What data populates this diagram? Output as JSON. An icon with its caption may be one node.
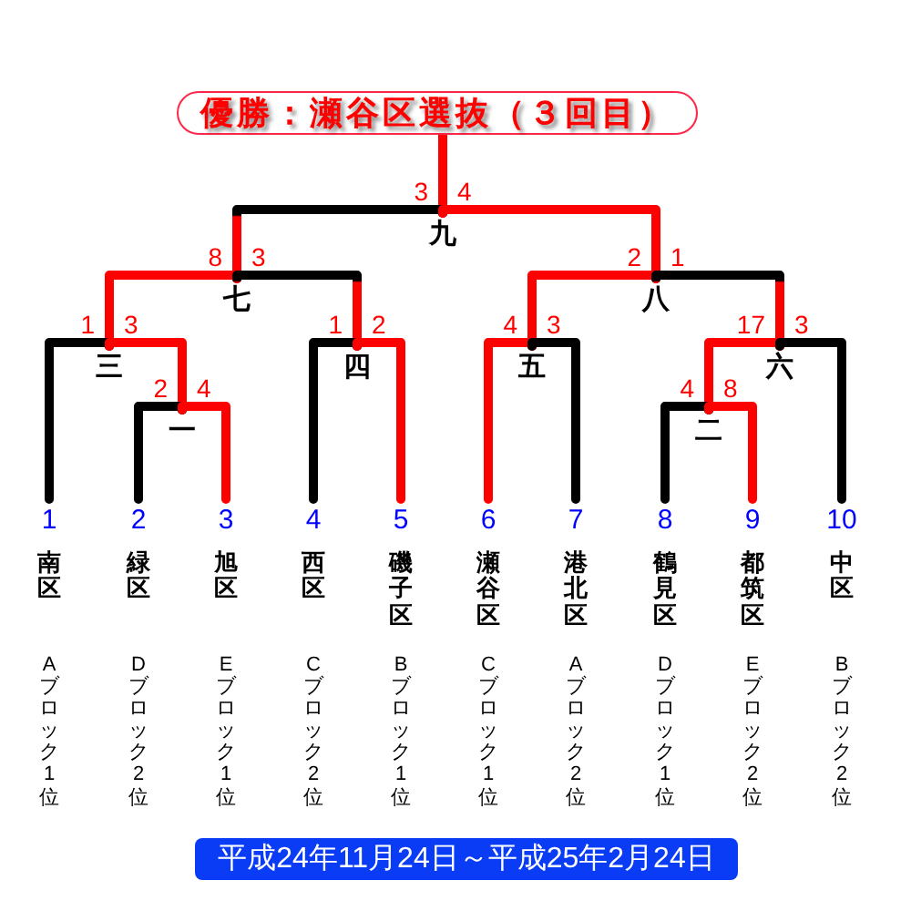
{
  "diagram": {
    "nodes": [
      {
        "text": [
          "優勝：瀬谷区選抜（３回目）"
        ]
      },
      {
        "text": [
          "九"
        ]
      },
      {
        "text": [
          "七"
        ]
      },
      {
        "text": [
          "八"
        ]
      },
      {
        "text": [
          "三"
        ]
      },
      {
        "text": [
          "四"
        ]
      },
      {
        "text": [
          "五"
        ]
      },
      {
        "text": [
          "六"
        ]
      },
      {
        "text": [
          "一"
        ]
      },
      {
        "text": [
          "二"
        ]
      },
      {
        "text": [
          "1",
          "南区",
          "Aブロック1位"
        ]
      },
      {
        "text": [
          "2",
          "緑区",
          "Dブロック2位"
        ]
      },
      {
        "text": [
          "3",
          "旭区",
          "Eブロック1位"
        ]
      },
      {
        "text": [
          "4",
          "西区",
          "Cブロック2位"
        ]
      },
      {
        "text": [
          "5",
          "磯子区",
          "Bブロック1位"
        ]
      },
      {
        "text": [
          "6",
          "瀬谷区",
          "Cブロック1位"
        ]
      },
      {
        "text": [
          "7",
          "港北区",
          "Aブロック2位"
        ]
      },
      {
        "text": [
          "8",
          "鶴見区",
          "Dブロック1位"
        ]
      },
      {
        "text": [
          "9",
          "都筑区",
          "Eブロック2位"
        ]
      },
      {
        "text": [
          "10",
          "中区",
          "Bブロック2位"
        ]
      },
      {
        "text": [
          "平成24年11月24日～平成25年2月24日"
        ]
      }
    ],
    "edges": [
      {
        "from": 1,
        "to": 0,
        "arrow": "none",
        "color": "#ff0000"
      },
      {
        "from": 2,
        "to": 1,
        "arrow": "none",
        "label": "3",
        "color": "#000000"
      },
      {
        "from": 3,
        "to": 1,
        "arrow": "none",
        "label": "4",
        "color": "#ff0000"
      },
      {
        "from": 4,
        "to": 2,
        "arrow": "none",
        "label": "8",
        "color": "#ff0000"
      },
      {
        "from": 5,
        "to": 2,
        "arrow": "none",
        "label": "3",
        "color": "#000000"
      },
      {
        "from": 6,
        "to": 3,
        "arrow": "none",
        "label": "2",
        "color": "#ff0000"
      },
      {
        "from": 7,
        "to": 3,
        "arrow": "none",
        "label": "1",
        "color": "#000000"
      },
      {
        "from": 10,
        "to": 4,
        "arrow": "none",
        "label": "1",
        "color": "#000000"
      },
      {
        "from": 8,
        "to": 4,
        "arrow": "none",
        "label": "3",
        "color": "#ff0000"
      },
      {
        "from": 13,
        "to": 5,
        "arrow": "none",
        "label": "1",
        "color": "#000000"
      },
      {
        "from": 14,
        "to": 5,
        "arrow": "none",
        "label": "2",
        "color": "#ff0000"
      },
      {
        "from": 15,
        "to": 6,
        "arrow": "none",
        "label": "4",
        "color": "#ff0000"
      },
      {
        "from": 16,
        "to": 6,
        "arrow": "none",
        "label": "3",
        "color": "#000000"
      },
      {
        "from": 9,
        "to": 7,
        "arrow": "none",
        "label": "17",
        "color": "#ff0000"
      },
      {
        "from": 19,
        "to": 7,
        "arrow": "none",
        "label": "3",
        "color": "#000000"
      },
      {
        "from": 11,
        "to": 8,
        "arrow": "none",
        "label": "2",
        "color": "#000000"
      },
      {
        "from": 12,
        "to": 8,
        "arrow": "none",
        "label": "4",
        "color": "#ff0000"
      },
      {
        "from": 17,
        "to": 9,
        "arrow": "none",
        "label": "4",
        "color": "#000000"
      },
      {
        "from": 18,
        "to": 9,
        "arrow": "none",
        "label": "8",
        "color": "#ff0000"
      }
    ]
  }
}
